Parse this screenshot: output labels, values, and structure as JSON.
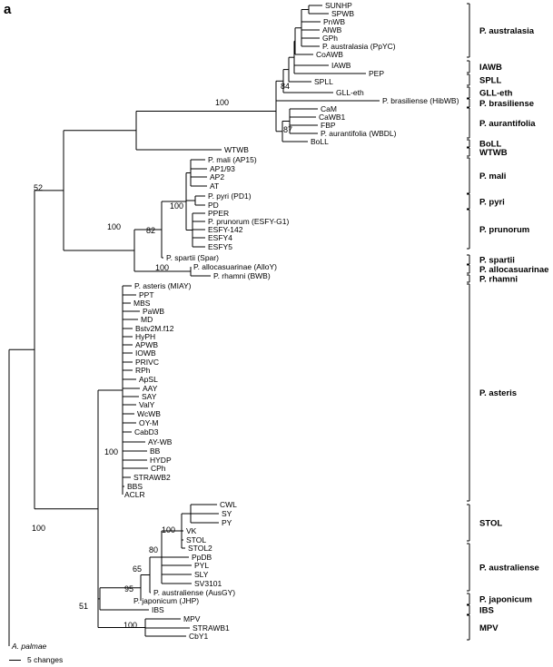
{
  "panel_label": "a",
  "scale_label": "5 changes",
  "taxa": [
    {
      "id": "t0",
      "label": "SUNHP"
    },
    {
      "id": "t1",
      "label": "SPWB"
    },
    {
      "id": "t2",
      "label": "PnWB"
    },
    {
      "id": "t3",
      "label": "AlWB"
    },
    {
      "id": "t4",
      "label": "GPh"
    },
    {
      "id": "t5",
      "label": "P. australasia (PpYC)"
    },
    {
      "id": "t6",
      "label": "CoAWB"
    },
    {
      "id": "t7",
      "label": "IAWB"
    },
    {
      "id": "t8",
      "label": "PEP"
    },
    {
      "id": "t9",
      "label": "SPLL"
    },
    {
      "id": "t10",
      "label": "GLL-eth"
    },
    {
      "id": "t11",
      "label": "P. brasiliense (HibWB)"
    },
    {
      "id": "t12",
      "label": "CaM"
    },
    {
      "id": "t13",
      "label": "CaWB1"
    },
    {
      "id": "t14",
      "label": "FBP"
    },
    {
      "id": "t15",
      "label": "P. aurantifolia (WBDL)"
    },
    {
      "id": "t16",
      "label": "BoLL"
    },
    {
      "id": "t17",
      "label": "WTWB"
    },
    {
      "id": "t18",
      "label": "P. mali (AP15)"
    },
    {
      "id": "t19",
      "label": "AP1/93"
    },
    {
      "id": "t20",
      "label": "AP2"
    },
    {
      "id": "t21",
      "label": "AT"
    },
    {
      "id": "t22",
      "label": "P. pyri (PD1)"
    },
    {
      "id": "t23",
      "label": "PD"
    },
    {
      "id": "t24",
      "label": "PPER"
    },
    {
      "id": "t25",
      "label": "P. prunorum (ESFY-G1)"
    },
    {
      "id": "t26",
      "label": "ESFY-142"
    },
    {
      "id": "t27",
      "label": "ESFY4"
    },
    {
      "id": "t28",
      "label": "ESFY5"
    },
    {
      "id": "t29",
      "label": "P. spartii (Spar)"
    },
    {
      "id": "t30",
      "label": "P. allocasuarinae (AlloY)"
    },
    {
      "id": "t31",
      "label": "P. rhamni (BWB)"
    },
    {
      "id": "t32",
      "label": "P. asteris (MIAY)"
    },
    {
      "id": "t33",
      "label": "PPT"
    },
    {
      "id": "t34",
      "label": "MBS"
    },
    {
      "id": "t35",
      "label": "PaWB"
    },
    {
      "id": "t36",
      "label": "MD"
    },
    {
      "id": "t37",
      "label": "Bstv2M.f12"
    },
    {
      "id": "t38",
      "label": "HyPH"
    },
    {
      "id": "t39",
      "label": "APWB"
    },
    {
      "id": "t40",
      "label": "IOWB"
    },
    {
      "id": "t41",
      "label": "PRIVC"
    },
    {
      "id": "t42",
      "label": "RPh"
    },
    {
      "id": "t43",
      "label": "ApSL"
    },
    {
      "id": "t44",
      "label": "AAY"
    },
    {
      "id": "t45",
      "label": "SAY"
    },
    {
      "id": "t46",
      "label": "ValY"
    },
    {
      "id": "t47",
      "label": "WcWB"
    },
    {
      "id": "t48",
      "label": "OY-M"
    },
    {
      "id": "t49",
      "label": "CabD3"
    },
    {
      "id": "t50",
      "label": "AY-WB"
    },
    {
      "id": "t51",
      "label": "BB"
    },
    {
      "id": "t52",
      "label": "HYDP"
    },
    {
      "id": "t53",
      "label": "CPh"
    },
    {
      "id": "t54",
      "label": "STRAWB2"
    },
    {
      "id": "t55",
      "label": "BBS"
    },
    {
      "id": "t56",
      "label": "ACLR"
    },
    {
      "id": "t57",
      "label": "CWL"
    },
    {
      "id": "t58",
      "label": "SY"
    },
    {
      "id": "t59",
      "label": "PY"
    },
    {
      "id": "t60",
      "label": "VK"
    },
    {
      "id": "t61",
      "label": "STOL"
    },
    {
      "id": "t62",
      "label": "STOL2"
    },
    {
      "id": "t63",
      "label": "PpDB"
    },
    {
      "id": "t64",
      "label": "PYL"
    },
    {
      "id": "t65",
      "label": "SLY"
    },
    {
      "id": "t66",
      "label": "SV3101"
    },
    {
      "id": "t67",
      "label": "P. australiense (AusGY)"
    },
    {
      "id": "t68",
      "label": "P. japonicum (JHP)"
    },
    {
      "id": "t69",
      "label": "IBS"
    },
    {
      "id": "t70",
      "label": "MPV"
    },
    {
      "id": "t71",
      "label": "STRAWB1"
    },
    {
      "id": "t72",
      "label": "CbY1"
    },
    {
      "id": "t73",
      "label": "A. palmae",
      "italic": true
    }
  ],
  "support_values": [
    {
      "id": "s_aus",
      "label": "84"
    },
    {
      "id": "s_aur",
      "label": "87"
    },
    {
      "id": "s_c1",
      "label": "100"
    },
    {
      "id": "s_maliclade",
      "label": "100"
    },
    {
      "id": "s_malispartii",
      "label": "82"
    },
    {
      "id": "s_allorham",
      "label": "100"
    },
    {
      "id": "s_c2",
      "label": "100"
    },
    {
      "id": "s_top",
      "label": "52"
    },
    {
      "id": "s_asteris",
      "label": "100"
    },
    {
      "id": "s_stol",
      "label": "100"
    },
    {
      "id": "s_austr",
      "label": "80"
    },
    {
      "id": "s_stolaus",
      "label": "65"
    },
    {
      "id": "s_jap",
      "label": "95"
    },
    {
      "id": "s_ibs",
      "label": "51"
    },
    {
      "id": "s_mpv",
      "label": "100"
    },
    {
      "id": "s_bottom",
      "label": "100"
    }
  ],
  "groups": [
    {
      "label": "P. australasia"
    },
    {
      "label": "IAWB"
    },
    {
      "label": "SPLL"
    },
    {
      "label": "GLL-eth"
    },
    {
      "label": "P. brasiliense"
    },
    {
      "label": "P. aurantifolia"
    },
    {
      "label": "BoLL"
    },
    {
      "label": "WTWB"
    },
    {
      "label": "P. mali"
    },
    {
      "label": "P. pyri"
    },
    {
      "label": "P. prunorum"
    },
    {
      "label": "P. spartii"
    },
    {
      "label": "P. allocasuarinae"
    },
    {
      "label": "P. rhamni"
    },
    {
      "label": "P. asteris"
    },
    {
      "label": "STOL"
    },
    {
      "label": "P. australiense"
    },
    {
      "label": "P. japonicum"
    },
    {
      "label": "IBS"
    },
    {
      "label": "MPV"
    }
  ]
}
